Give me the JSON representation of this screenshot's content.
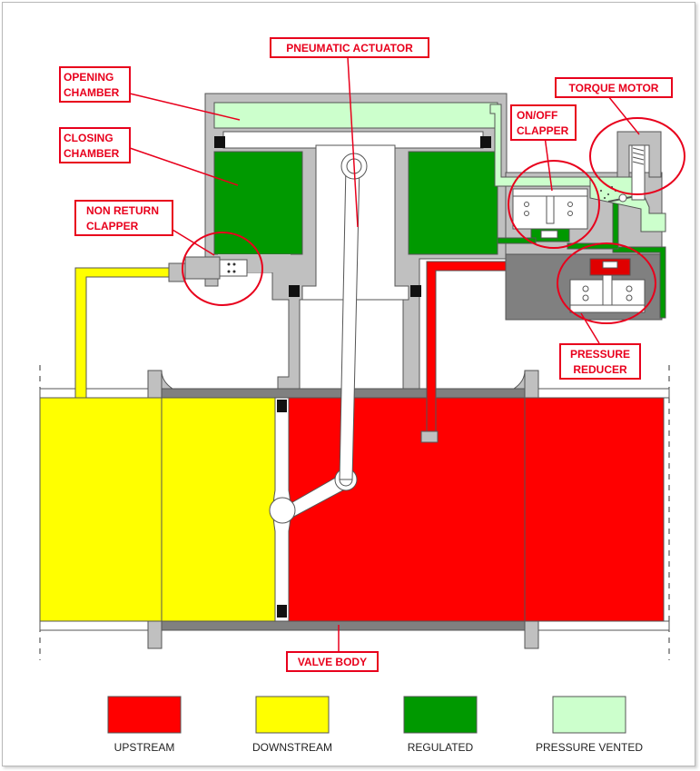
{
  "colors": {
    "upstream": "#ff0000",
    "downstream": "#ffff00",
    "regulated": "#009900",
    "pressure_vented": "#ccffcc",
    "body": "#c0c0c0",
    "body_dark": "#808080",
    "label_border": "#e8001c"
  },
  "labels": {
    "pneumatic_actuator": "PNEUMATIC  ACTUATOR",
    "opening_chamber_1": "OPENING",
    "opening_chamber_2": "CHAMBER",
    "closing_chamber_1": "CLOSING",
    "closing_chamber_2": "CHAMBER",
    "non_return_1": "NON RETURN",
    "non_return_2": "CLAPPER",
    "torque_motor": "TORQUE MOTOR",
    "onoff_1": "ON/OFF",
    "onoff_2": "CLAPPER",
    "reducer_1": "PRESSURE",
    "reducer_2": "REDUCER",
    "valve_body": "VALVE BODY"
  },
  "legend": [
    {
      "key": "upstream",
      "label": "UPSTREAM",
      "color": "#ff0000"
    },
    {
      "key": "downstream",
      "label": "DOWNSTREAM",
      "color": "#ffff00"
    },
    {
      "key": "regulated",
      "label": "REGULATED",
      "color": "#009900"
    },
    {
      "key": "pressure_vented",
      "label": "PRESSURE VENTED",
      "color": "#ccffcc"
    }
  ]
}
